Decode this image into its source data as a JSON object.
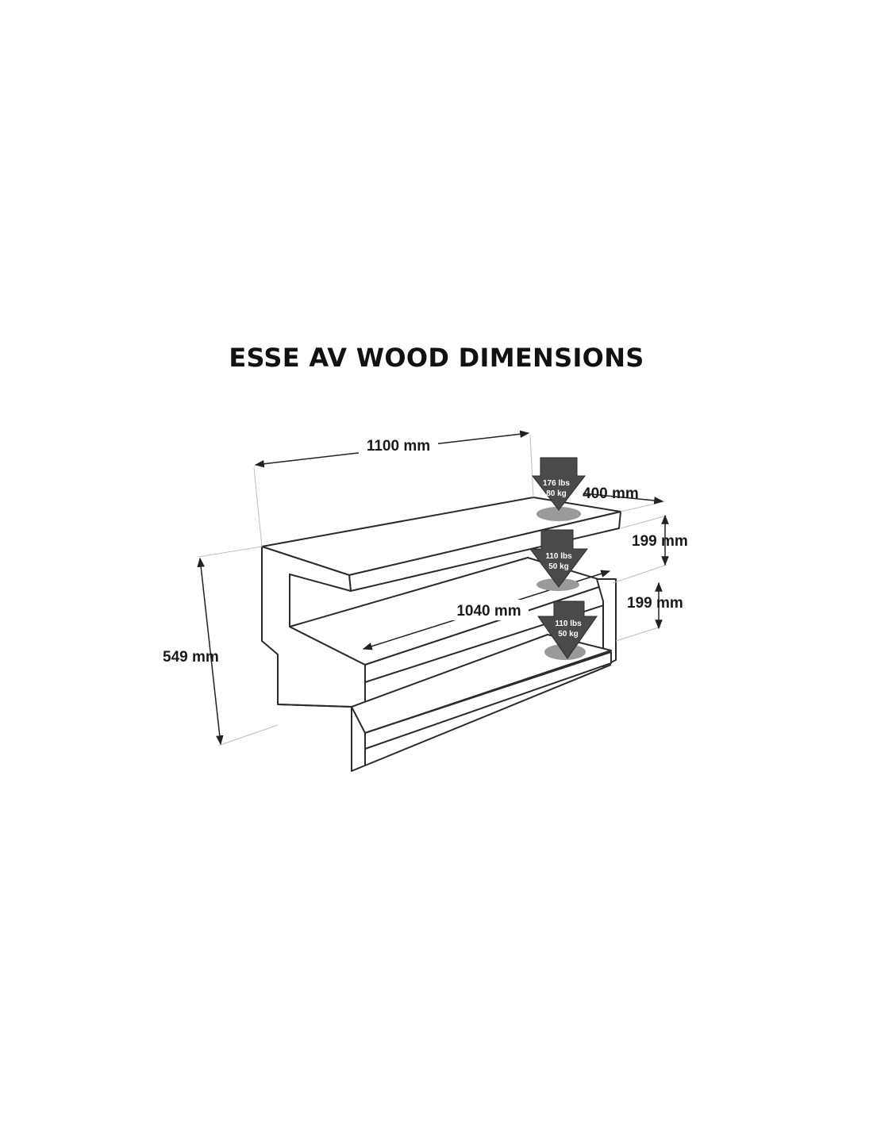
{
  "title": "ESSE AV WOOD DIMENSIONS",
  "dimensions": {
    "width": "1100 mm",
    "depth": "400 mm",
    "inner_width": "1040 mm",
    "total_height": "549 mm",
    "upper_gap": "199 mm",
    "lower_gap": "199 mm"
  },
  "loads": [
    {
      "lbs": "176 lbs",
      "kg": "80 kg"
    },
    {
      "lbs": "110 lbs",
      "kg": "50 kg"
    },
    {
      "lbs": "110 lbs",
      "kg": "50 kg"
    }
  ],
  "colors": {
    "line": "#2b2b2b",
    "dim_line": "#444444",
    "arrow": "#4a4a4a",
    "shadow": "#9a9a9a"
  }
}
